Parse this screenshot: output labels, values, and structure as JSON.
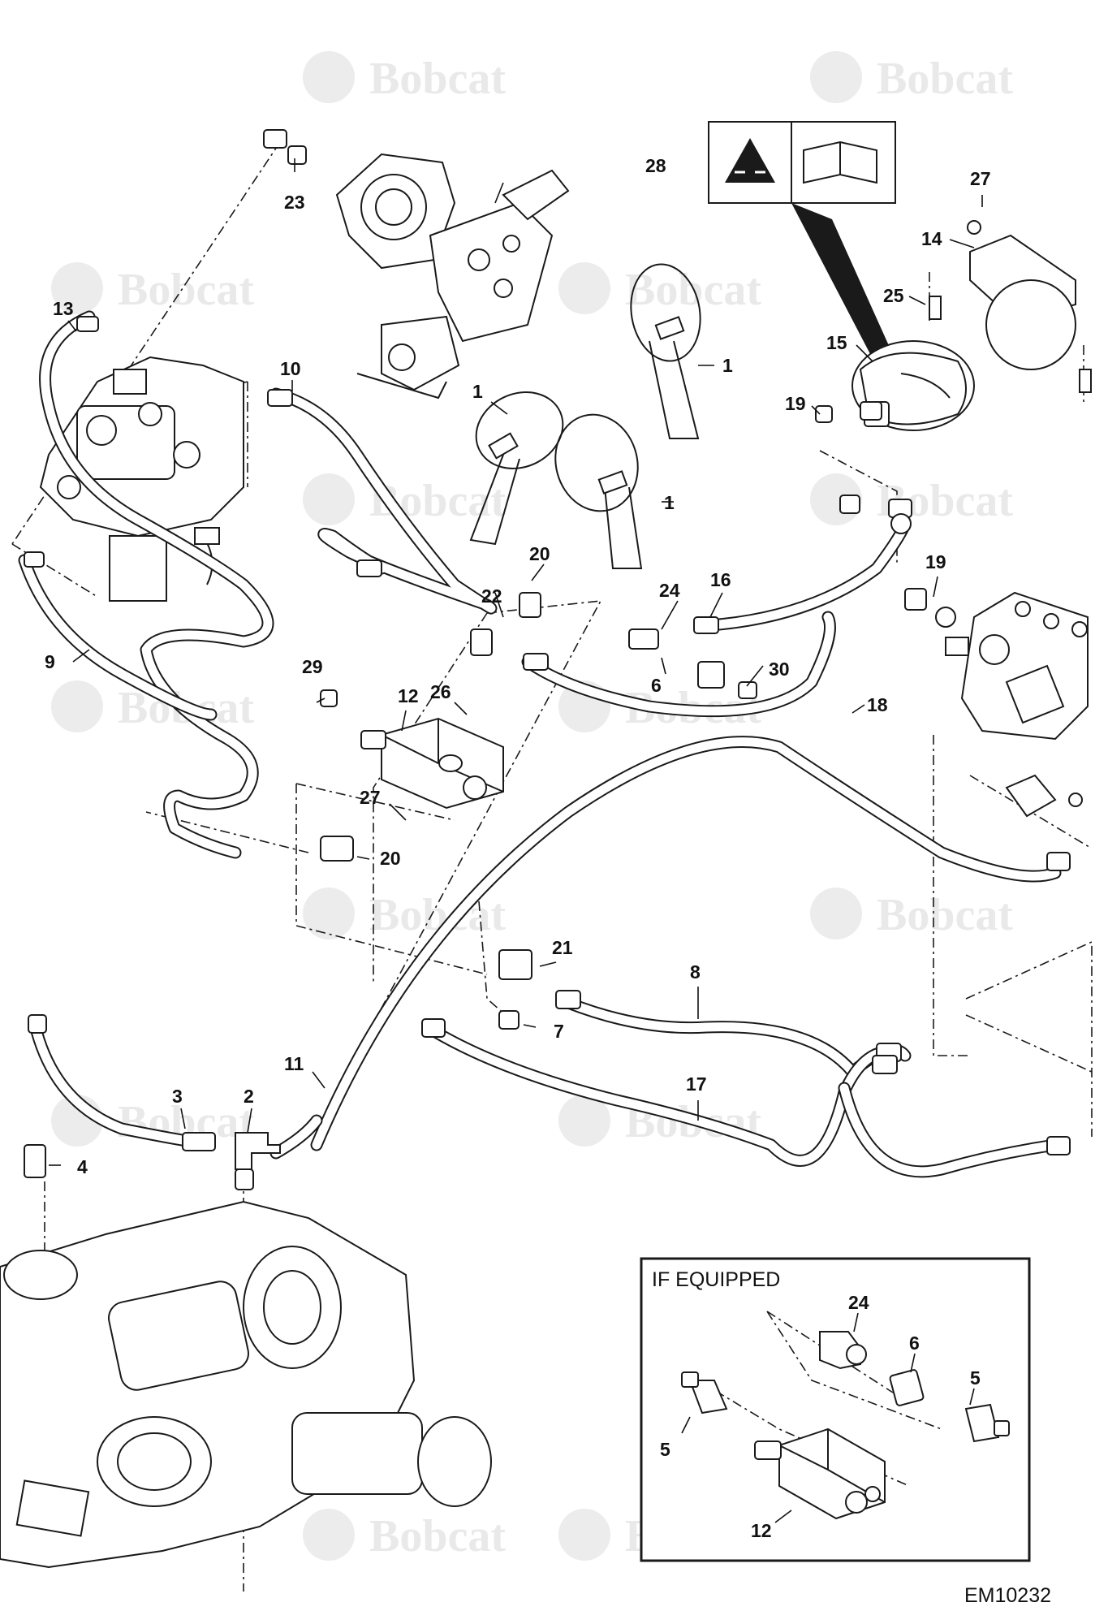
{
  "watermark": {
    "brand": "Bobcat"
  },
  "callouts": {
    "c1a": "1",
    "c1b": "1",
    "c1c": "1",
    "c2": "2",
    "c3": "3",
    "c4": "4",
    "c6": "6",
    "c7": "7",
    "c8": "8",
    "c9": "9",
    "c10": "10",
    "c11": "11",
    "c12": "12",
    "c13": "13",
    "c14": "14",
    "c15": "15",
    "c16": "16",
    "c17": "17",
    "c18": "18",
    "c19a": "19",
    "c19b": "19",
    "c20a": "20",
    "c20b": "20",
    "c21": "21",
    "c22": "22",
    "c23": "23",
    "c24": "24",
    "c25": "25",
    "c26": "26",
    "c27a": "27",
    "c27b": "27",
    "c28": "28",
    "c29": "29",
    "c30": "30"
  },
  "inset": {
    "title": "IF EQUIPPED",
    "callouts": {
      "i24": "24",
      "i6": "6",
      "i5a": "5",
      "i5b": "5",
      "i12": "12"
    }
  },
  "drawing_code": "EM10232",
  "colors": {
    "line": "#1a1a1a",
    "watermark": "#e9e9e9",
    "background": "#ffffff"
  }
}
